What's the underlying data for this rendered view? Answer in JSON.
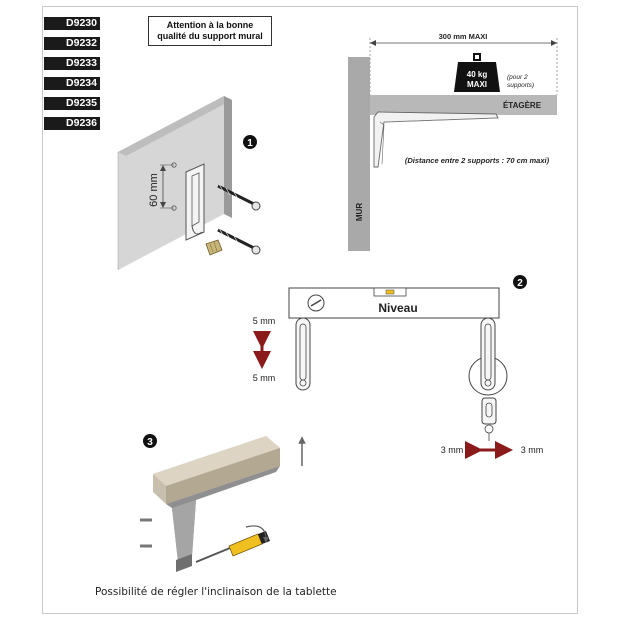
{
  "product_codes": [
    "D9230",
    "D9232",
    "D9233",
    "D9234",
    "D9235",
    "D9236"
  ],
  "notice": {
    "line1": "Attention à la bonne",
    "line2": "qualité du support mural"
  },
  "step_numbers": [
    "1",
    "2",
    "3"
  ],
  "step1": {
    "spacing_label": "60 mm"
  },
  "wall_diagram": {
    "width_label": "300 mm MAXI",
    "weight_line1": "40 kg",
    "weight_line2": "MAXI",
    "weight_note_line1": "(pour 2",
    "weight_note_line2": "supports)",
    "shelf_label": "ÉTAGÈRE",
    "wall_label": "MUR",
    "distance_note": "(Distance entre 2 supports : 70 cm maxi)"
  },
  "step2": {
    "level_label": "Niveau",
    "vertical_top": "5 mm",
    "vertical_bottom": "5 mm",
    "horizontal_left": "3 mm",
    "horizontal_right": "3 mm"
  },
  "caption": "Possibilité de régler l'inclinaison de la tablette",
  "colors": {
    "arrow": "#8b1a1a",
    "wall_gray": "#a9a9a9",
    "shelf_gray": "#b8b8b8",
    "wood": "#c9bfae",
    "level_yellow": "#f0c020",
    "panel": "#e2e2e2"
  }
}
